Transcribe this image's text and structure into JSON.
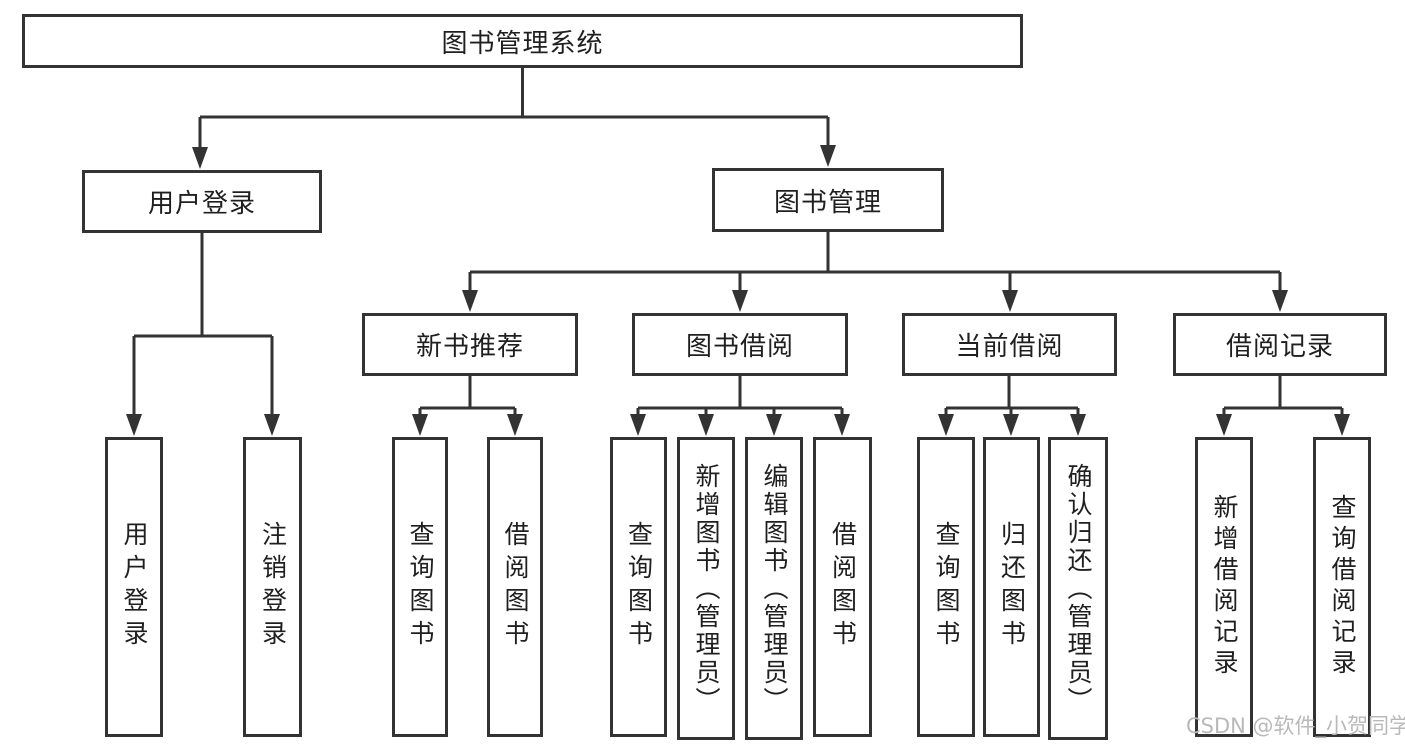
{
  "diagram": {
    "root": {
      "label": "图书管理系统"
    },
    "level2": [
      {
        "label": "用户登录"
      },
      {
        "label": "图书管理"
      }
    ],
    "level3": [
      {
        "label": "新书推荐"
      },
      {
        "label": "图书借阅"
      },
      {
        "label": "当前借阅"
      },
      {
        "label": "借阅记录"
      }
    ],
    "leaves": [
      {
        "label": "用户登录"
      },
      {
        "label": "注销登录"
      },
      {
        "label": "查询图书"
      },
      {
        "label": "借阅图书"
      },
      {
        "label": "查询图书"
      },
      {
        "label": "新增图书（管理员）"
      },
      {
        "label": "编辑图书（管理员）"
      },
      {
        "label": "借阅图书"
      },
      {
        "label": "查询图书"
      },
      {
        "label": "归还图书"
      },
      {
        "label": "确认归还（管理员）"
      },
      {
        "label": "新增借阅记录"
      },
      {
        "label": "查询借阅记录"
      }
    ]
  },
  "watermark": {
    "text": "CSDN @软件_小贺同学"
  },
  "colors": {
    "line": "#333333",
    "box_border": "#333333",
    "text": "#1f1f1f",
    "watermark_text": "#b9b9b9",
    "background": "#ffffff"
  }
}
